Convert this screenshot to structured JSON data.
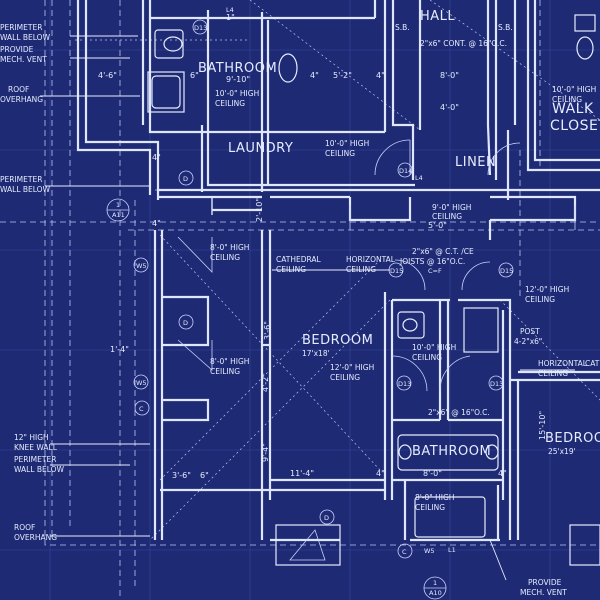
{
  "rooms": {
    "hall": "HALL",
    "bathroom_top": "BATHROOM",
    "laundry": "LAUNDRY",
    "linen": "LINEN",
    "walk_closet_1": "WALK",
    "walk_closet_2": "CLOSET",
    "bedroom_main": "BEDROOM",
    "bedroom_main_size": "17'x18'",
    "bathroom_bottom": "BATHROOM",
    "bedroom_right": "BEDROO",
    "bedroom_right_size": "25'x19'"
  },
  "notes": {
    "perimeter_1a": "PERIMETER",
    "perimeter_1b": "WALL BELOW",
    "provide_vent_1a": "PROVIDE",
    "provide_vent_1b": "MECH. VENT",
    "roof_1a": "ROOF",
    "roof_1b": "OVERHANG",
    "perimeter_2a": "PERIMETER",
    "perimeter_2b": "WALL BELOW",
    "knee_a": "12\" HIGH",
    "knee_b": "KNEE WALL",
    "perimeter_3a": "PERIMETER",
    "perimeter_3b": "WALL BELOW",
    "roof_2a": "ROOF",
    "roof_2b": "OVERHANG",
    "provide_vent_2a": "PROVIDE",
    "provide_vent_2b": "MECH. VENT",
    "ceil_bath_a": "10'-0\" HIGH",
    "ceil_bath_b": "CEILING",
    "ceil_laundry_a": "10'-0\" HIGH",
    "ceil_laundry_b": "CEILING",
    "ceil_closet_a": "10'-0\" HIGH",
    "ceil_closet_b": "CEILING",
    "ceil_linen_a": "9'-0\" HIGH",
    "ceil_linen_b": "CEILING",
    "ceil_8a_a": "8'-0\" HIGH",
    "ceil_8a_b": "CEILING",
    "ceil_8b_a": "8'-0\" HIGH",
    "ceil_8b_b": "CEILING",
    "cathedral_a": "CATHEDRAL",
    "cathedral_b": "CEILING",
    "horizontal_1a": "HORIZONTAL",
    "horizontal_1b": "CEILING",
    "horizontal_2a": "HORIZONTAL",
    "horizontal_2b": "CEILING",
    "ceil_bed_a": "12'-0\" HIGH",
    "ceil_bed_b": "CEILING",
    "ceil_right_a": "12'-0\" HIGH",
    "ceil_right_b": "CEILING",
    "ceil_bath2_a": "10'-0\" HIGH",
    "ceil_bath2_b": "CEILING",
    "ceil_bath3_a": "8'-0\" HIGH",
    "ceil_bath3_b": "CEILING",
    "post_a": "POST",
    "post_b": "4-2\"x6\"",
    "joist_top": "2\"x6\" CONT. @ 16\"O.C.",
    "joist_mid_a": "2\"x6\" @ C.T. /CE",
    "joist_mid_b": "JOISTS @ 16\"O.C.",
    "joist_bottom": "2\"x6\" @ 16\"O.C.",
    "sb_left": "S.B.",
    "sb_right": "S.B.",
    "cat_partial": "CAT"
  },
  "dims": {
    "d1": "4'-6\"",
    "d2": "6\"",
    "d3": "9'-10\"",
    "d4": "4\"",
    "d5": "5'-2\"",
    "d6": "4\"",
    "d7": "8'-0\"",
    "d8": "4'-0\"",
    "d9": "5'-0\"",
    "d10": "1'-4\"",
    "d11": "3'-6\"",
    "d12": "6\"",
    "d13": "11'-4\"",
    "d14": "4\"",
    "d15": "8'-0\"",
    "d16": "4\"",
    "d17": "15'-10\"",
    "d18": "2'-10\"",
    "d19": "3'-6\"",
    "d20": "4'-2\"",
    "d21": "9'-4\"",
    "d22": "1\"",
    "d23": "4\"",
    "d24": "4\""
  },
  "tags": {
    "d": "D",
    "c": "C",
    "l1": "L1",
    "l4": "L4",
    "w5": "W5",
    "d13": "D13",
    "d14": "D14",
    "d15": "D15",
    "c_eq": "C=F",
    "sec1_num": "1",
    "sec1_ref": "A11",
    "sec2_num": "1",
    "sec2_ref": "A10"
  }
}
